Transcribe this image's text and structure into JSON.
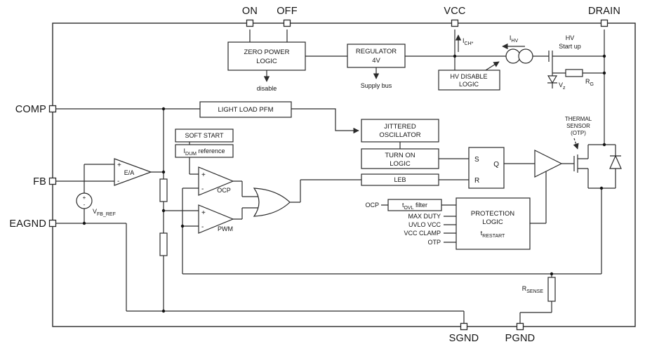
{
  "pins": {
    "on": "ON",
    "off": "OFF",
    "vcc": "VCC",
    "drain": "DRAIN",
    "comp": "COMP",
    "fb": "FB",
    "eagnd": "EAGND",
    "sgnd": "SGND",
    "pgnd": "PGND"
  },
  "blocks": {
    "zero_power_logic": {
      "line1": "ZERO POWER",
      "line2": "LOGIC"
    },
    "regulator": {
      "line1": "REGULATOR",
      "line2": "4V"
    },
    "hv_disable_logic": {
      "line1": "HV DISABLE",
      "line2": "LOGIC"
    },
    "light_load_pfm": "LIGHT LOAD PFM",
    "soft_start": "SOFT START",
    "idum_reference": {
      "sym": "I",
      "sub": "DUM",
      "rest": " reference"
    },
    "jittered_oscillator": {
      "line1": "JITTERED",
      "line2": "OSCILLATOR"
    },
    "turn_on_logic": {
      "line1": "TURN ON",
      "line2": "LOGIC"
    },
    "leb": "LEB",
    "sr_latch": {
      "s": "S",
      "r": "R",
      "q": "Q"
    },
    "tovl_filter": {
      "sym": "t",
      "sub": "OVL",
      "rest": " filter"
    },
    "protection_logic": {
      "line1": "PROTECTION",
      "line2": "LOGIC",
      "sym": "t",
      "sub": "RESTART"
    }
  },
  "amplifiers": {
    "error_amp": "E/A",
    "ocp": "OCP",
    "pwm": "PWM",
    "plus": "+",
    "minus": "-"
  },
  "signals": {
    "disable": "disable",
    "supply_bus": "Supply bus",
    "i_ch": {
      "sym": "I",
      "sub": "CH*"
    },
    "i_hv": {
      "sym": "I",
      "sub": "HV"
    },
    "hv_startup": {
      "line1": "HV",
      "line2": "Start up"
    },
    "v_z": {
      "sym": "V",
      "sub": "z"
    },
    "r_g": {
      "sym": "R",
      "sub": "G"
    },
    "v_fb_ref": {
      "sym": "V",
      "sub": "FB_REF"
    },
    "r_sense": {
      "sym": "R",
      "sub": "SENSE"
    },
    "thermal_sensor": {
      "line1": "THERMAL",
      "line2": "SENSOR",
      "line3": "(OTP)"
    },
    "protection_inputs": {
      "ocp": "OCP",
      "max_duty": "MAX DUTY",
      "uvlo_vcc": "UVLO VCC",
      "vcc_clamp": "VCC CLAMP",
      "otp": "OTP"
    }
  }
}
